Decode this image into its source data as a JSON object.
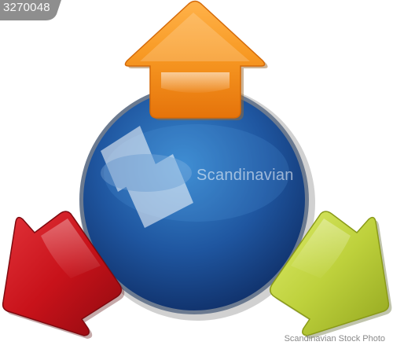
{
  "image_id_tag": "3270048",
  "watermark": {
    "brand": "Scandinavian",
    "footer": "Scandinavian Stock Photo"
  },
  "colors": {
    "circle": "#1f56a0",
    "arrow_up": "#f6921e",
    "arrow_left": "#c8121a",
    "arrow_right": "#b7cc3a"
  },
  "icons": [
    "arrow-up-icon",
    "arrow-down-left-icon",
    "arrow-down-right-icon",
    "watermark-logo-icon"
  ]
}
